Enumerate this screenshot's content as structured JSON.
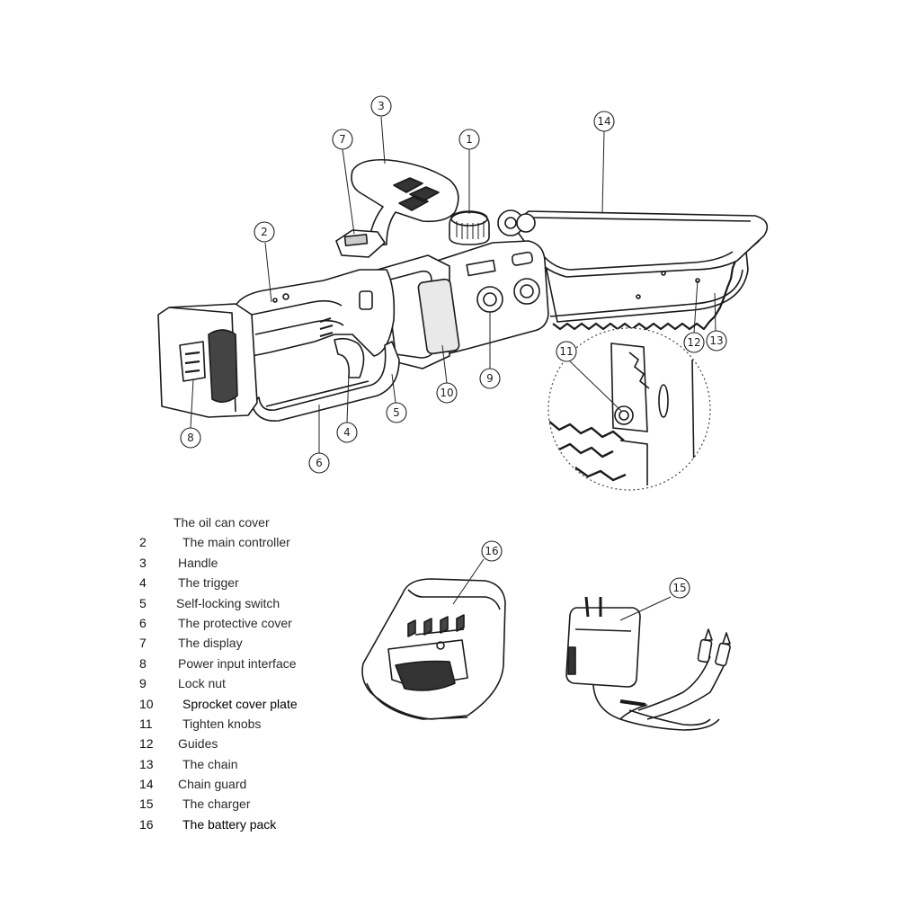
{
  "callouts": [
    "1",
    "2",
    "3",
    "4",
    "5",
    "6",
    "7",
    "8",
    "9",
    "10",
    "11",
    "12",
    "13",
    "14",
    "15",
    "16"
  ],
  "parts": [
    {
      "num": "",
      "name": "The oil can cover"
    },
    {
      "num": "2",
      "name": "The main controller"
    },
    {
      "num": "3",
      "name": "Handle"
    },
    {
      "num": "4",
      "name": "The trigger"
    },
    {
      "num": "5",
      "name": "Self-locking switch"
    },
    {
      "num": "6",
      "name": "The protective cover"
    },
    {
      "num": "7",
      "name": "The display"
    },
    {
      "num": "8",
      "name": "Power input interface"
    },
    {
      "num": "9",
      "name": "Lock nut"
    },
    {
      "num": "10",
      "name": "Sprocket cover plate"
    },
    {
      "num": "11",
      "name": "Tighten knobs"
    },
    {
      "num": "12",
      "name": "Guides"
    },
    {
      "num": "13",
      "name": "The chain"
    },
    {
      "num": "14",
      "name": "Chain guard"
    },
    {
      "num": "15",
      "name": "The charger"
    },
    {
      "num": "16",
      "name": "The battery pack"
    }
  ]
}
